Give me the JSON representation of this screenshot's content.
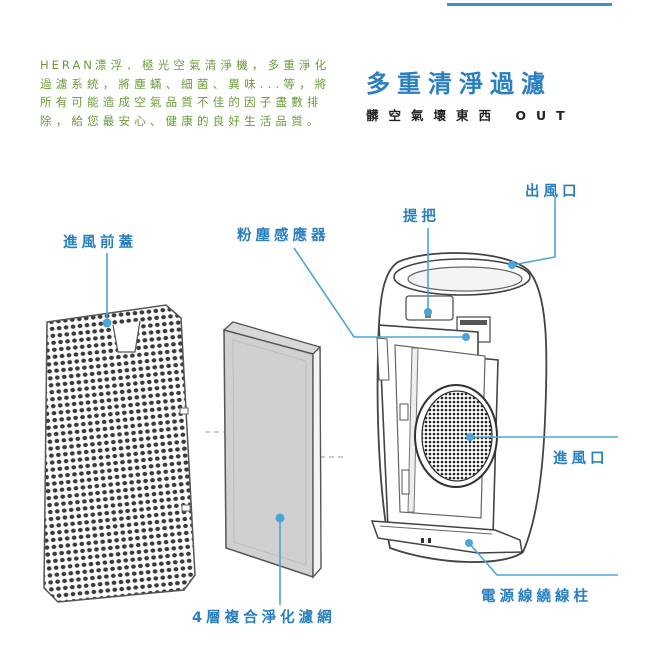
{
  "intro": {
    "brand": "HERAN",
    "text": "漂浮．極光空氣清淨機，多重淨化過濾系統，將塵蟎、細菌、異味...等，將所有可能造成空氣品質不佳的因子盡數排除，給您最安心、健康的良好生活品質。"
  },
  "headline": "多重清淨過濾",
  "subhead": "髒空氣壞東西 OUT",
  "labels": {
    "air_outlet": "出風口",
    "handle": "提把",
    "front_cover": "進風前蓋",
    "dust_sensor": "粉塵感應器",
    "air_inlet": "進風口",
    "cord_storage": "電源線繞線柱",
    "filter": "4層複合淨化濾網"
  },
  "colors": {
    "accent": "#2a7fbf",
    "callout_line": "#4aa6d8",
    "intro_text": "#6a9c3b",
    "outline": "#555555"
  }
}
